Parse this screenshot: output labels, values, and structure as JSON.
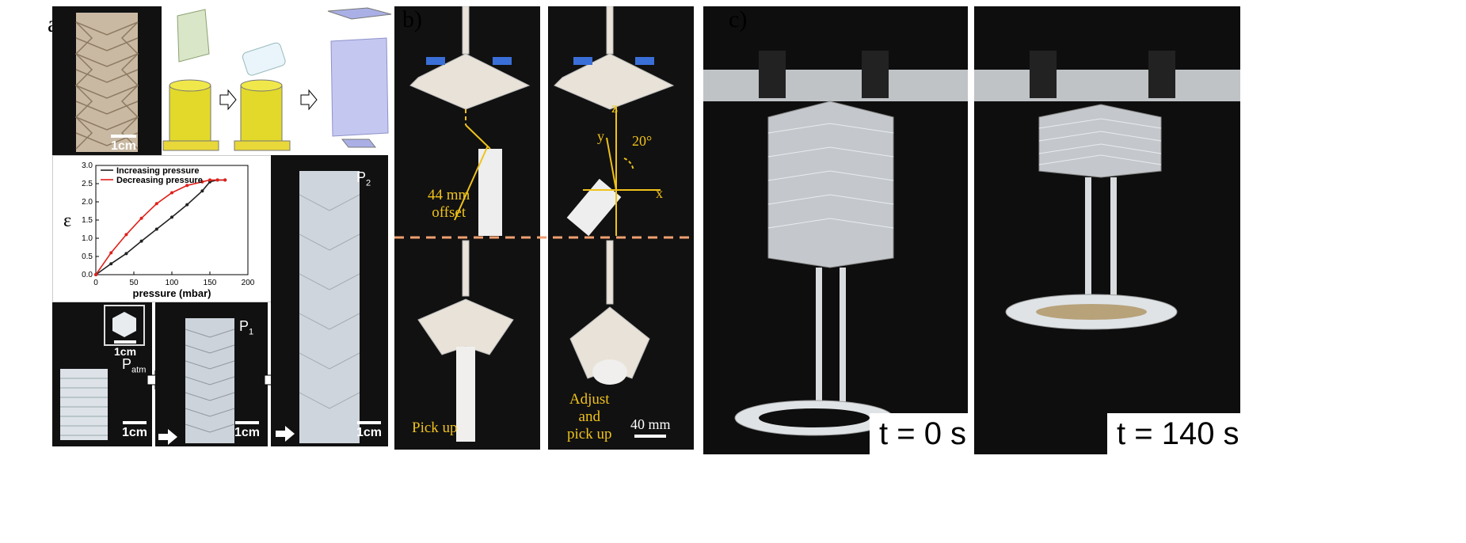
{
  "panels": {
    "a": "a)",
    "b": "b)",
    "c": "c)"
  },
  "panel_a": {
    "scale_top": "1cm",
    "scale_inset": "1cm",
    "scale_patm": "1cm",
    "scale_p1": "1cm",
    "scale_p2": "1cm",
    "label_patm_main": "P",
    "label_patm_sub": "atm",
    "label_p1_main": "P",
    "label_p1_sub": "1",
    "label_p2_main": "P",
    "label_p2_sub": "2"
  },
  "panel_b": {
    "offset_line1": "44 mm",
    "offset_line2": "offset",
    "angle": "20°",
    "axis_x": "x",
    "axis_y": "y",
    "axis_z": "z",
    "pick_up": "Pick up",
    "adjust_1": "Adjust",
    "adjust_2": "and",
    "adjust_3": "pick up",
    "scale": "40 mm"
  },
  "panel_c": {
    "time_left": "t = 0 s",
    "time_right": "t = 140 s"
  },
  "colors": {
    "increasing": "#222222",
    "decreasing": "#e0201a",
    "annotation": "#f0c21a",
    "divider": "#f0a070"
  },
  "chart_data": {
    "type": "line",
    "xlabel": "pressure (mbar)",
    "ylabel": "ε",
    "xlim": [
      0,
      200
    ],
    "ylim": [
      0,
      3.0
    ],
    "x_ticks": [
      "0",
      "50",
      "100",
      "150",
      "200"
    ],
    "y_ticks": [
      "0.0",
      "0.5",
      "1.0",
      "1.5",
      "2.0",
      "2.5",
      "3.0"
    ],
    "legend_position": "top-left",
    "series": [
      {
        "name": "Increasing pressure",
        "color": "#222222",
        "x": [
          0,
          20,
          40,
          60,
          80,
          100,
          120,
          140,
          150,
          160,
          170
        ],
        "y": [
          0.0,
          0.3,
          0.58,
          0.92,
          1.25,
          1.58,
          1.92,
          2.3,
          2.55,
          2.6,
          2.6
        ]
      },
      {
        "name": "Decreasing pressure",
        "color": "#e0201a",
        "x": [
          0,
          20,
          40,
          60,
          80,
          100,
          120,
          140,
          150,
          160,
          170
        ],
        "y": [
          0.0,
          0.6,
          1.1,
          1.55,
          1.95,
          2.25,
          2.45,
          2.55,
          2.6,
          2.6,
          2.6
        ]
      }
    ]
  }
}
